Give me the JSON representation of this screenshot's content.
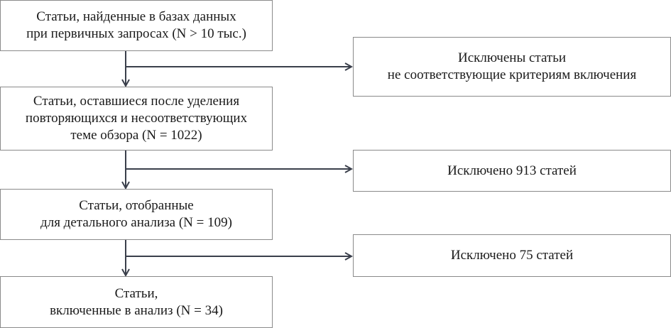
{
  "flow": {
    "steps": [
      {
        "text": "Статьи, найденные в базах данных\nпри первичных запросах (N > 10 тыс.)"
      },
      {
        "text": "Статьи, оставшиеся после уделения\nповторяющихся и несоответствующих\nтеме обзора (N = 1022)"
      },
      {
        "text": "Статьи, отобранные\nдля детального анализа (N = 109)"
      },
      {
        "text": "Статьи,\nвключенные в анализ (N = 34)"
      }
    ],
    "exclusions": [
      {
        "text": "Исключены статьи\nне соответствующие критериям включения"
      },
      {
        "text": "Исключено 913 статей"
      },
      {
        "text": "Исключено 75 статей"
      }
    ]
  },
  "colors": {
    "border": "#8a8a8a",
    "arrow": "#3a3f4b",
    "text": "#1a1a1a"
  }
}
